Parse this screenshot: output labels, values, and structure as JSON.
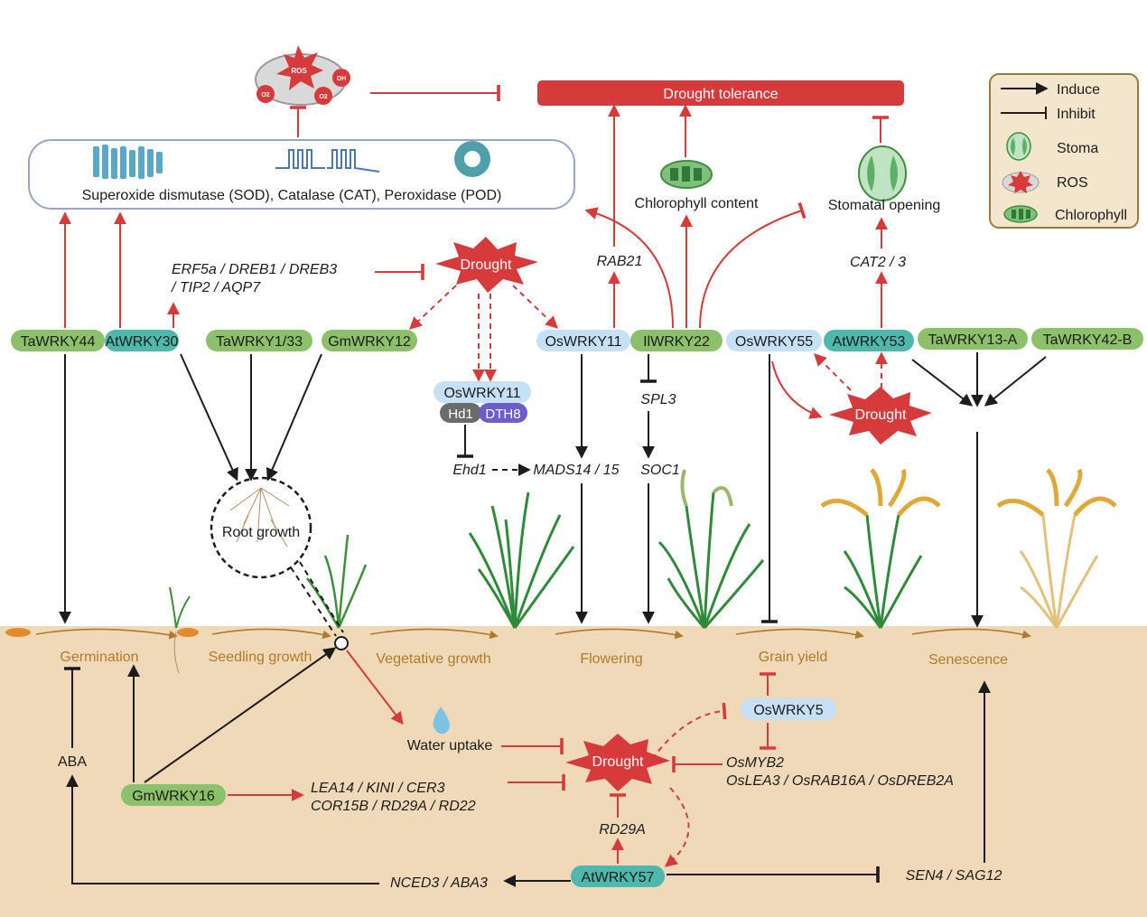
{
  "colors": {
    "red": "#d63a3a",
    "black": "#1c1c1c",
    "soil": "#efd9b8",
    "stage_text": "#b07a2a",
    "green_pill": "#8cc06a",
    "teal_pill": "#4fb8ad",
    "blue_pill": "#c6e0f5",
    "dark_pill": "#6b6b6b",
    "purple_pill": "#6b5fc7"
  },
  "legend": {
    "induce": "Induce",
    "inhibit": "Inhibit",
    "stoma": "Stoma",
    "ros": "ROS",
    "chlorophyll": "Chlorophyll"
  },
  "top": {
    "drought_tolerance": "Drought tolerance",
    "enzymes": "Superoxide dismutase (SOD), Catalase (CAT), Peroxidase (POD)",
    "ros_label": "ROS",
    "oh_label": "OH",
    "o2_label": "O2",
    "chlorophyll_content": "Chlorophyll content",
    "stomatal_opening": "Stomatal opening",
    "rab21": "RAB21",
    "cat23": "CAT2 / 3",
    "erf_line1": "ERF5a / DREB1 / DREB3",
    "erf_line2": "/ TIP2 / AQP7"
  },
  "droughts": {
    "top": "Drought",
    "right": "Drought",
    "bottom": "Drought"
  },
  "tf": {
    "tawrky44": "TaWRKY44",
    "atwrky30": "AtWRKY30",
    "tawrky1_33": "TaWRKY1/33",
    "gmwrky12": "GmWRKY12",
    "oswrky11": "OsWRKY11",
    "ilwrky22": "IlWRKY22",
    "oswrky55": "OsWRKY55",
    "atwrky53": "AtWRKY53",
    "tawrky13a": "TaWRKY13-A",
    "tawrky42b": "TaWRKY42-B",
    "oswrky11_complex": "OsWRKY11",
    "hd1": "Hd1",
    "dth8": "DTH8",
    "gmwrky16": "GmWRKY16",
    "atwrky57": "AtWRKY57",
    "oswrky5": "OsWRKY5"
  },
  "genes": {
    "ehd1": "Ehd1",
    "mads": "MADS14 / 15",
    "spl3": "SPL3",
    "soc1": "SOC1",
    "lea_line1": "LEA14 / KINI / CER3",
    "lea_line2": "COR15B / RD29A / RD22",
    "rd29a": "RD29A",
    "nced": "NCED3 / ABA3",
    "sen": "SEN4 / SAG12",
    "osmyb2": "OsMYB2",
    "oslea": "OsLEA3 / OsRAB16A / OsDREB2A"
  },
  "other": {
    "root_growth": "Root growth",
    "water_uptake": "Water uptake",
    "aba": "ABA"
  },
  "stages": {
    "germination": "Germination",
    "seedling": "Seedling growth",
    "vegetative": "Vegetative growth",
    "flowering": "Flowering",
    "grain_yield": "Grain yield",
    "senescence": "Senescence"
  }
}
